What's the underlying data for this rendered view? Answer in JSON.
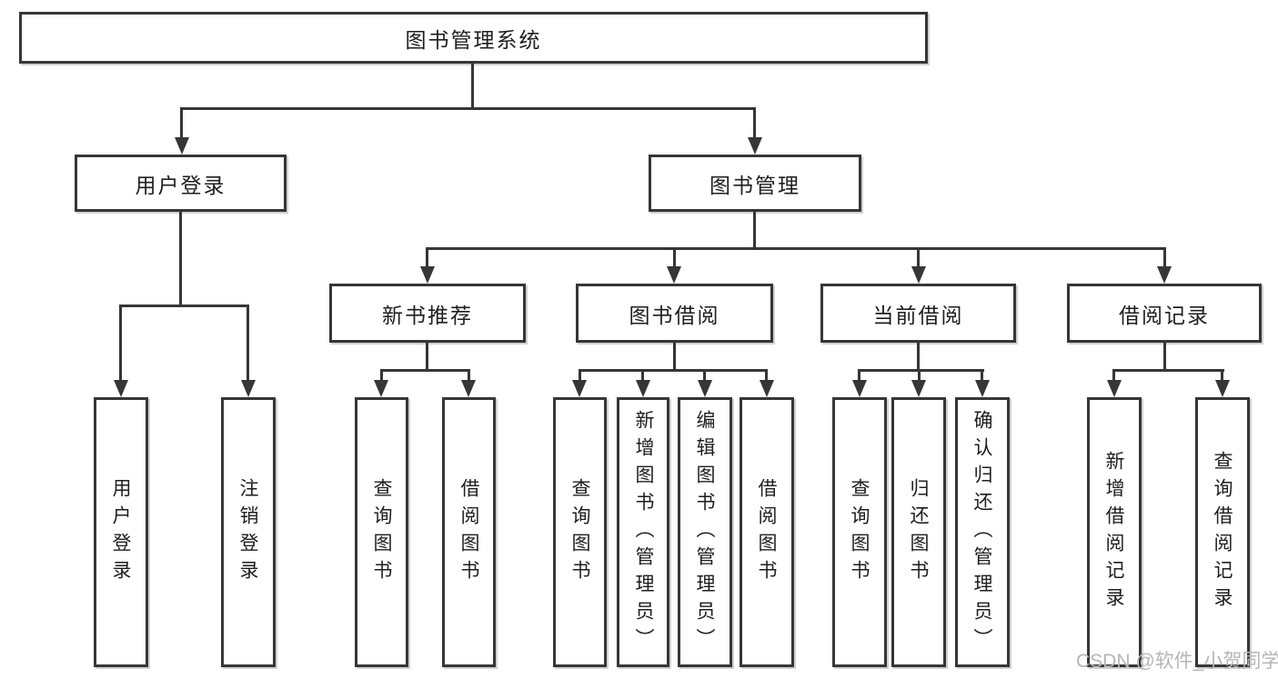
{
  "diagram": {
    "root": {
      "label": "图书管理系统"
    },
    "branches": [
      {
        "label": "用户登录",
        "children": [
          {
            "label": "用户登录"
          },
          {
            "label": "注销登录"
          }
        ]
      },
      {
        "label": "图书管理",
        "children": [
          {
            "label": "新书推荐",
            "children": [
              {
                "label": "查询图书"
              },
              {
                "label": "借阅图书"
              }
            ]
          },
          {
            "label": "图书借阅",
            "children": [
              {
                "label": "查询图书"
              },
              {
                "label": "新增图书（管理员）"
              },
              {
                "label": "编辑图书（管理员）"
              },
              {
                "label": "借阅图书"
              }
            ]
          },
          {
            "label": "当前借阅",
            "children": [
              {
                "label": "查询图书"
              },
              {
                "label": "归还图书"
              },
              {
                "label": "确认归还（管理员）"
              }
            ]
          },
          {
            "label": "借阅记录",
            "children": [
              {
                "label": "新增借阅记录"
              },
              {
                "label": "查询借阅记录"
              }
            ]
          }
        ]
      }
    ],
    "watermark": "CSDN @软件_小贺同学",
    "colors": {
      "line": "#363636",
      "text": "#1e1e1e",
      "watermark": "#b5b5ba",
      "background": "#ffffff"
    }
  }
}
